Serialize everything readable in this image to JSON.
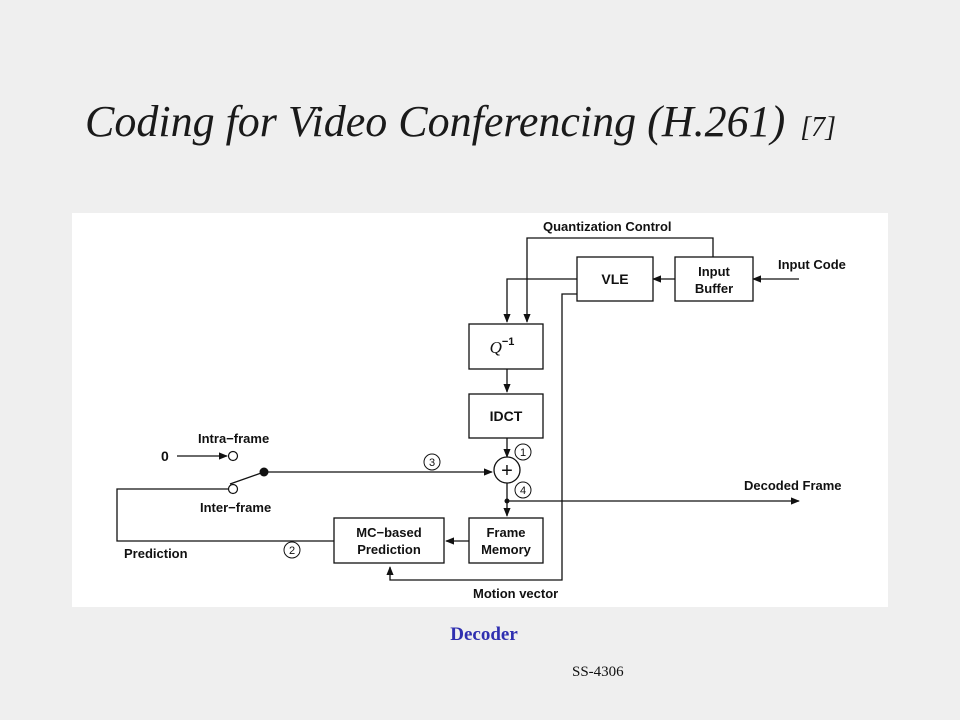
{
  "slide": {
    "title": "Coding for Video Conferencing (H.261)",
    "title_ref": "[7]",
    "caption": "Decoder",
    "footer": "SS-4306"
  },
  "diagram": {
    "blocks": {
      "vle": "VLE",
      "input_buffer_line1": "Input",
      "input_buffer_line2": "Buffer",
      "dequantizer_base": "Q",
      "dequantizer_exp": "−1",
      "idct": "IDCT",
      "frame_memory_line1": "Frame",
      "frame_memory_line2": "Memory",
      "mc_prediction_line1": "MC−based",
      "mc_prediction_line2": "Prediction",
      "adder": "+"
    },
    "labels": {
      "quantization_control": "Quantization Control",
      "input_code": "Input Code",
      "decoded_frame": "Decoded Frame",
      "motion_vector": "Motion vector",
      "prediction": "Prediction",
      "intra_frame": "Intra−frame",
      "inter_frame": "Inter−frame",
      "zero_input": "0"
    },
    "markers": [
      "1",
      "2",
      "3",
      "4"
    ]
  }
}
